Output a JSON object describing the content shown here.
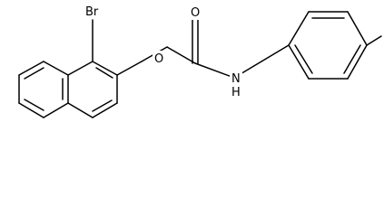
{
  "molecule": {
    "atoms": {
      "bromine": "Br",
      "ether_oxygen": "O",
      "carbonyl_oxygen": "O",
      "amide_nitrogen": "N",
      "amide_hydrogen": "H"
    }
  },
  "colors": {
    "bond": "#000000",
    "background": "#ffffff"
  }
}
